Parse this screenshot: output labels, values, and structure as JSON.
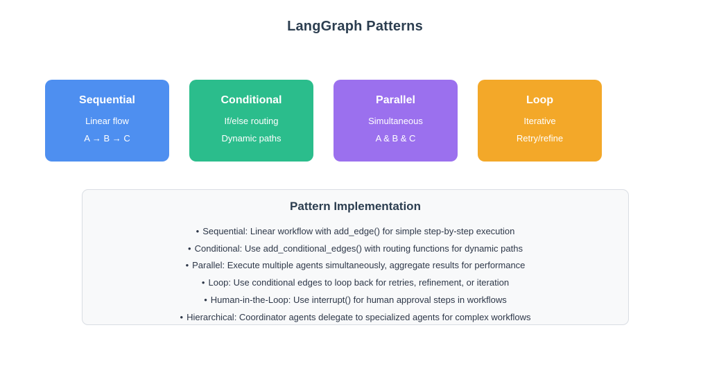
{
  "page": {
    "title": "LangGraph Patterns"
  },
  "colors": {
    "heading": "#2c3e50",
    "body_text": "#2d3748",
    "card_blue": "#4e8ff0",
    "card_green": "#2bbd8c",
    "card_purple": "#9b70ee",
    "card_orange": "#f3a829",
    "panel_bg": "#f8f9fa",
    "panel_border": "#d9dde3"
  },
  "cards": [
    {
      "title": "Sequential",
      "line1": "Linear flow",
      "line2": "A → B → C",
      "color": "#4e8ff0"
    },
    {
      "title": "Conditional",
      "line1": "If/else routing",
      "line2": "Dynamic paths",
      "color": "#2bbd8c"
    },
    {
      "title": "Parallel",
      "line1": "Simultaneous",
      "line2": "A & B & C",
      "color": "#9b70ee"
    },
    {
      "title": "Loop",
      "line1": "Iterative",
      "line2": "Retry/refine",
      "color": "#f3a829"
    }
  ],
  "implementation": {
    "title": "Pattern Implementation",
    "bullet": "•",
    "items": [
      "Sequential: Linear workflow with add_edge() for simple step-by-step execution",
      "Conditional: Use add_conditional_edges() with routing functions for dynamic paths",
      "Parallel: Execute multiple agents simultaneously, aggregate results for performance",
      "Loop: Use conditional edges to loop back for retries, refinement, or iteration",
      "Human-in-the-Loop: Use interrupt() for human approval steps in workflows",
      "Hierarchical: Coordinator agents delegate to specialized agents for complex workflows"
    ]
  }
}
